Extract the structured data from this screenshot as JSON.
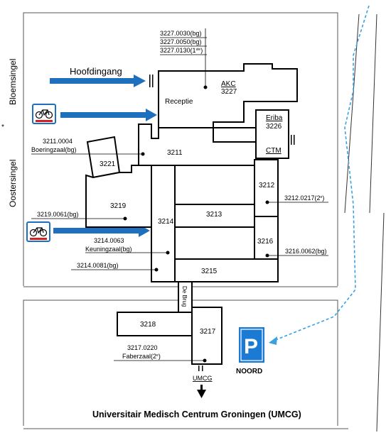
{
  "labels": {
    "main_entrance": "Hoofdingang",
    "street_left_top": "Bloemsingel",
    "street_left_bottom": "Oostersingel",
    "bridge": "De Brug",
    "parking_letter": "P",
    "parking_label": "NOORD",
    "exit_label": "UMCG",
    "footer": "Universitair Medisch Centrum Groningen (UMCG)"
  },
  "rooms": {
    "akc_name": "AKC",
    "akc_number": "3227",
    "reception": "Receptie",
    "eriba_name": "Eriba",
    "eriba_number": "3226",
    "ctm": "CTM",
    "r3211": "3211",
    "r3221": "3221",
    "r3219": "3219",
    "r3214": "3214",
    "r3213": "3213",
    "r3212": "3212",
    "r3216": "3216",
    "r3215": "3215",
    "r3218": "3218",
    "r3217": "3217"
  },
  "callouts": {
    "akc_1": "3227.0030(bg)",
    "akc_2": "3227.0050(bg)",
    "akc_3_main": "3227.0130(1",
    "akc_3_sup": "ste",
    "akc_3_end": ")",
    "c3211_code": "3211.0004",
    "c3211_name": "Boeringzaal(bg)",
    "c3219": "3219.0061(bg)",
    "c3214_code": "3214.0063",
    "c3214_name": "Keuningzaal(bg)",
    "c3214b": "3214.0081(bg)",
    "c3212_main": "3212.0217(2",
    "c3212_sup": "e",
    "c3212_end": ")",
    "c3216": "3216.0062(bg)",
    "c3217_code": "3217.0220",
    "c3217_main": "Faberzaal(2",
    "c3217_sup": "e",
    "c3217_end": ")"
  },
  "colors": {
    "arrow_blue": "#1f6fbf",
    "parking_blue": "#1a7ad4",
    "route_dash": "#3aa0e0",
    "bike_red": "#d42020"
  },
  "icons": [
    "bicycle-icon",
    "parking-icon",
    "arrow-down-icon"
  ]
}
